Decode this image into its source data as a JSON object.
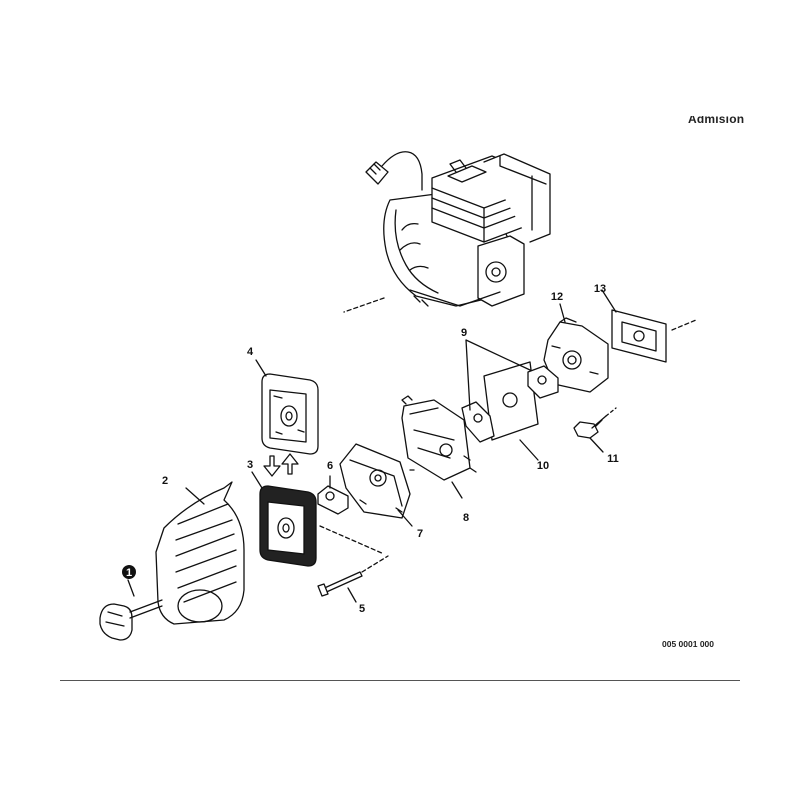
{
  "header": {
    "title": "Admision"
  },
  "diagram": {
    "code": "005 0001 000",
    "callouts": [
      {
        "id": "1",
        "label": "1",
        "filled": true
      },
      {
        "id": "2",
        "label": "2"
      },
      {
        "id": "3",
        "label": "3"
      },
      {
        "id": "4",
        "label": "4"
      },
      {
        "id": "5",
        "label": "5"
      },
      {
        "id": "6",
        "label": "6"
      },
      {
        "id": "7",
        "label": "7"
      },
      {
        "id": "8",
        "label": "8"
      },
      {
        "id": "9",
        "label": "9"
      },
      {
        "id": "10",
        "label": "10"
      },
      {
        "id": "11",
        "label": "11"
      },
      {
        "id": "12",
        "label": "12"
      },
      {
        "id": "13",
        "label": "13"
      }
    ]
  }
}
